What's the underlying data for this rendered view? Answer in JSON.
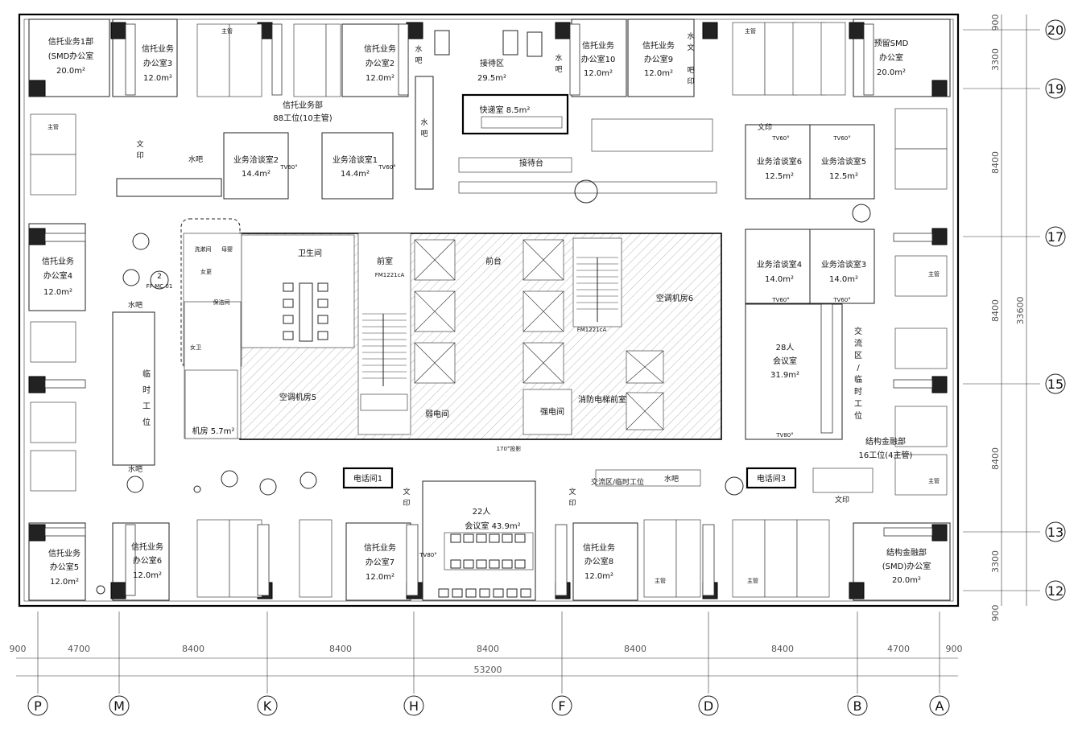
{
  "plan": {
    "rooms": {
      "trust_smd1": [
        "信托业务1部",
        "(SMD办公室",
        "20.0m²"
      ],
      "trust3": [
        "信托业务",
        "办公室3",
        "12.0m²"
      ],
      "trust2": [
        "信托业务",
        "办公室2",
        "12.0m²"
      ],
      "reception": [
        "接待区",
        "29.5m²"
      ],
      "trust10": [
        "信托业务",
        "办公室10",
        "12.0m²"
      ],
      "trust9": [
        "信托业务",
        "办公室9",
        "12.0m²"
      ],
      "reserve_smd": [
        "预留SMD",
        "办公室",
        "20.0m²"
      ],
      "trust_dept": [
        "信托业务部",
        "88工位(10主管)"
      ],
      "express": "快递室  8.5m²",
      "front_counter": "接待台",
      "nego2": [
        "业务洽谈室2",
        "14.4m²"
      ],
      "nego1": [
        "业务洽谈室1",
        "14.4m²"
      ],
      "nego6": [
        "业务洽谈室6",
        "12.5m²"
      ],
      "nego5": [
        "业务洽谈室5",
        "12.5m²"
      ],
      "nego4": [
        "业务洽谈室4",
        "14.0m²"
      ],
      "nego3": [
        "业务洽谈室3",
        "14.0m²"
      ],
      "trust4": [
        "信托业务",
        "办公室4",
        "12.0m²"
      ],
      "toilet": "卫生间",
      "front_room": "前室",
      "front_desk": "前台",
      "ac6": "空调机房6",
      "ac5": "空调机房5",
      "weak_elec": "弱电间",
      "strong_elec": "强电间",
      "fire_lobby": "消防电梯前室",
      "machine": "机房  5.7m²",
      "meeting28": [
        "28人",
        "会议室",
        "31.9m²"
      ],
      "exchange_v": [
        "交",
        "流",
        "区",
        "/",
        "临",
        "时",
        "工",
        "位"
      ],
      "struct_dept": [
        "结构金融部",
        "16工位(4主管)"
      ],
      "temp_v": [
        "临",
        "时",
        "工",
        "位"
      ],
      "phone1": "电话间1",
      "phone3": "电话间3",
      "exchange": "交流区/临时工位",
      "meeting22": [
        "22人",
        "会议室  43.9m²"
      ],
      "trust5": [
        "信托业务",
        "办公室5",
        "12.0m²"
      ],
      "trust6": [
        "信托业务",
        "办公室6",
        "12.0m²"
      ],
      "trust7": [
        "信托业务",
        "办公室7",
        "12.0m²"
      ],
      "trust8": [
        "信托业务",
        "办公室8",
        "12.0m²"
      ],
      "struct_smd": [
        "结构金融部",
        "(SMD)办公室",
        "20.0m²"
      ]
    },
    "small": {
      "water_bar": "水吧",
      "print": "文印",
      "wen": "文",
      "yin": "印",
      "shui": "水",
      "ba": "吧",
      "tv60": "TV60°",
      "tv80": "TV80°",
      "projection": "170°投影",
      "wash": "洗漱间",
      "mother": "母婴",
      "female_change": "女更",
      "female_wc": "女卫",
      "cleaning": "保洁间",
      "fm": "FM1221cA",
      "supervisor": "主管",
      "index_num": "2",
      "index_code": "FF-MC 01"
    },
    "axes_bottom": [
      "P",
      "M",
      "K",
      "H",
      "F",
      "D",
      "B",
      "A"
    ],
    "axes_right": [
      "20",
      "19",
      "17",
      "15",
      "13",
      "12"
    ],
    "dims_bottom": [
      "900",
      "4700",
      "8400",
      "8400",
      "8400",
      "8400",
      "8400",
      "4700",
      "900"
    ],
    "dim_total_bottom": "53200",
    "dims_right": [
      "900",
      "3300",
      "8400",
      "8400",
      "8400",
      "3300",
      "900"
    ],
    "dim_total_right": "33600"
  }
}
